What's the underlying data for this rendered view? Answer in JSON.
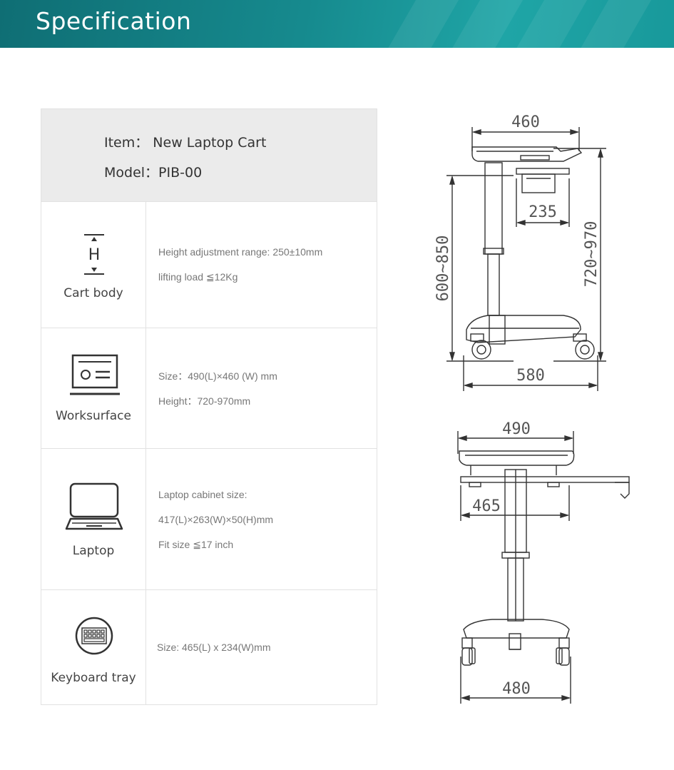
{
  "banner": {
    "title": "Specification",
    "color": "#168a8e"
  },
  "header": {
    "item": "Item： New Laptop Cart",
    "model": "Model：PIB-00"
  },
  "rows": [
    {
      "label": "Cart body",
      "icon": "height-icon",
      "icon_letter": "H",
      "lines": [
        "Height adjustment range: 250±10mm",
        "lifting load ≦12Kg"
      ]
    },
    {
      "label": "Worksurface",
      "icon": "worksurface-icon",
      "lines": [
        "Size：490(L)×460 (W) mm",
        "Height：720-970mm"
      ]
    },
    {
      "label": "Laptop",
      "icon": "laptop-icon",
      "lines": [
        "Laptop cabinet size:",
        "417(L)×263(W)×50(H)mm",
        "Fit size ≦17 inch"
      ]
    },
    {
      "label": "Keyboard tray",
      "icon": "keyboard-icon",
      "lines": [
        "Size: 465(L) x 234(W)mm"
      ]
    }
  ],
  "side_view": {
    "top_width": "460",
    "tray_width": "235",
    "height_range": "600~850",
    "total_height": "720~970",
    "base_width": "580"
  },
  "front_view": {
    "top_width": "490",
    "tray_width": "465",
    "base_width": "480"
  }
}
